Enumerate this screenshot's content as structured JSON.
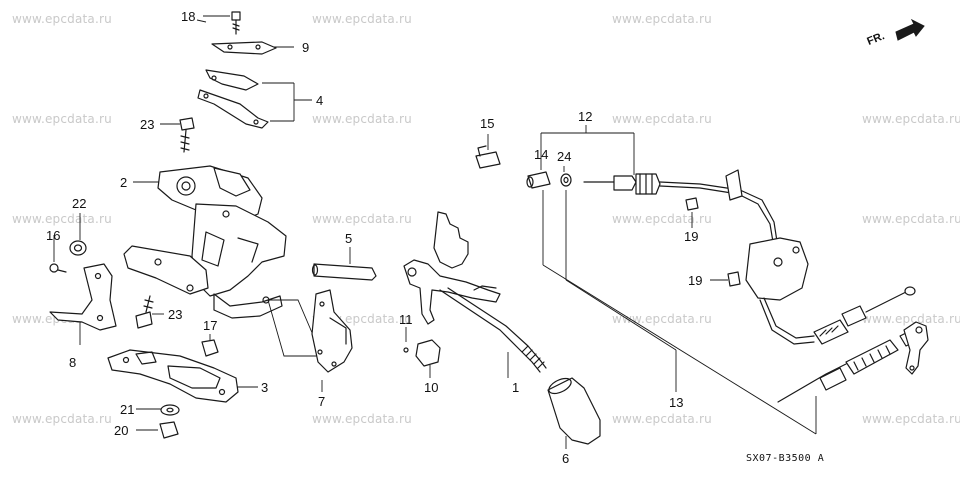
{
  "watermarks": [
    "www.epcdata.ru"
  ],
  "direction_label": "FR.",
  "diagram_code": "SX07-B3500 A",
  "callouts": [
    {
      "id": "1",
      "label": "1"
    },
    {
      "id": "2",
      "label": "2"
    },
    {
      "id": "3",
      "label": "3"
    },
    {
      "id": "4",
      "label": "4"
    },
    {
      "id": "5",
      "label": "5"
    },
    {
      "id": "6",
      "label": "6"
    },
    {
      "id": "7",
      "label": "7"
    },
    {
      "id": "8",
      "label": "8"
    },
    {
      "id": "9",
      "label": "9"
    },
    {
      "id": "10",
      "label": "10"
    },
    {
      "id": "11",
      "label": "11"
    },
    {
      "id": "12",
      "label": "12"
    },
    {
      "id": "13",
      "label": "13"
    },
    {
      "id": "14",
      "label": "14"
    },
    {
      "id": "15",
      "label": "15"
    },
    {
      "id": "16",
      "label": "16"
    },
    {
      "id": "17",
      "label": "17"
    },
    {
      "id": "18",
      "label": "18"
    },
    {
      "id": "19a",
      "label": "19"
    },
    {
      "id": "19b",
      "label": "19"
    },
    {
      "id": "20",
      "label": "20"
    },
    {
      "id": "21",
      "label": "21"
    },
    {
      "id": "22",
      "label": "22"
    },
    {
      "id": "23a",
      "label": "23"
    },
    {
      "id": "23b",
      "label": "23"
    },
    {
      "id": "24",
      "label": "24"
    }
  ]
}
